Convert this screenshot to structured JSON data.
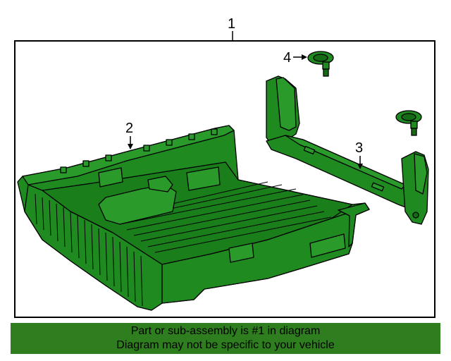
{
  "callouts": {
    "c1": "1",
    "c2": "2",
    "c3": "3",
    "c4": "4"
  },
  "footer": {
    "line1": "Part or sub-assembly is #1 in diagram",
    "line2": "Diagram may not be specific to your vehicle"
  },
  "colors": {
    "part_fill": "#1f8a1f",
    "part_dark": "#146b14",
    "outline": "#000000",
    "footer_bg": "#2e7d1e"
  },
  "icons": [
    "truck-bed-part",
    "crossmember-part",
    "tie-down-anchor-part"
  ]
}
